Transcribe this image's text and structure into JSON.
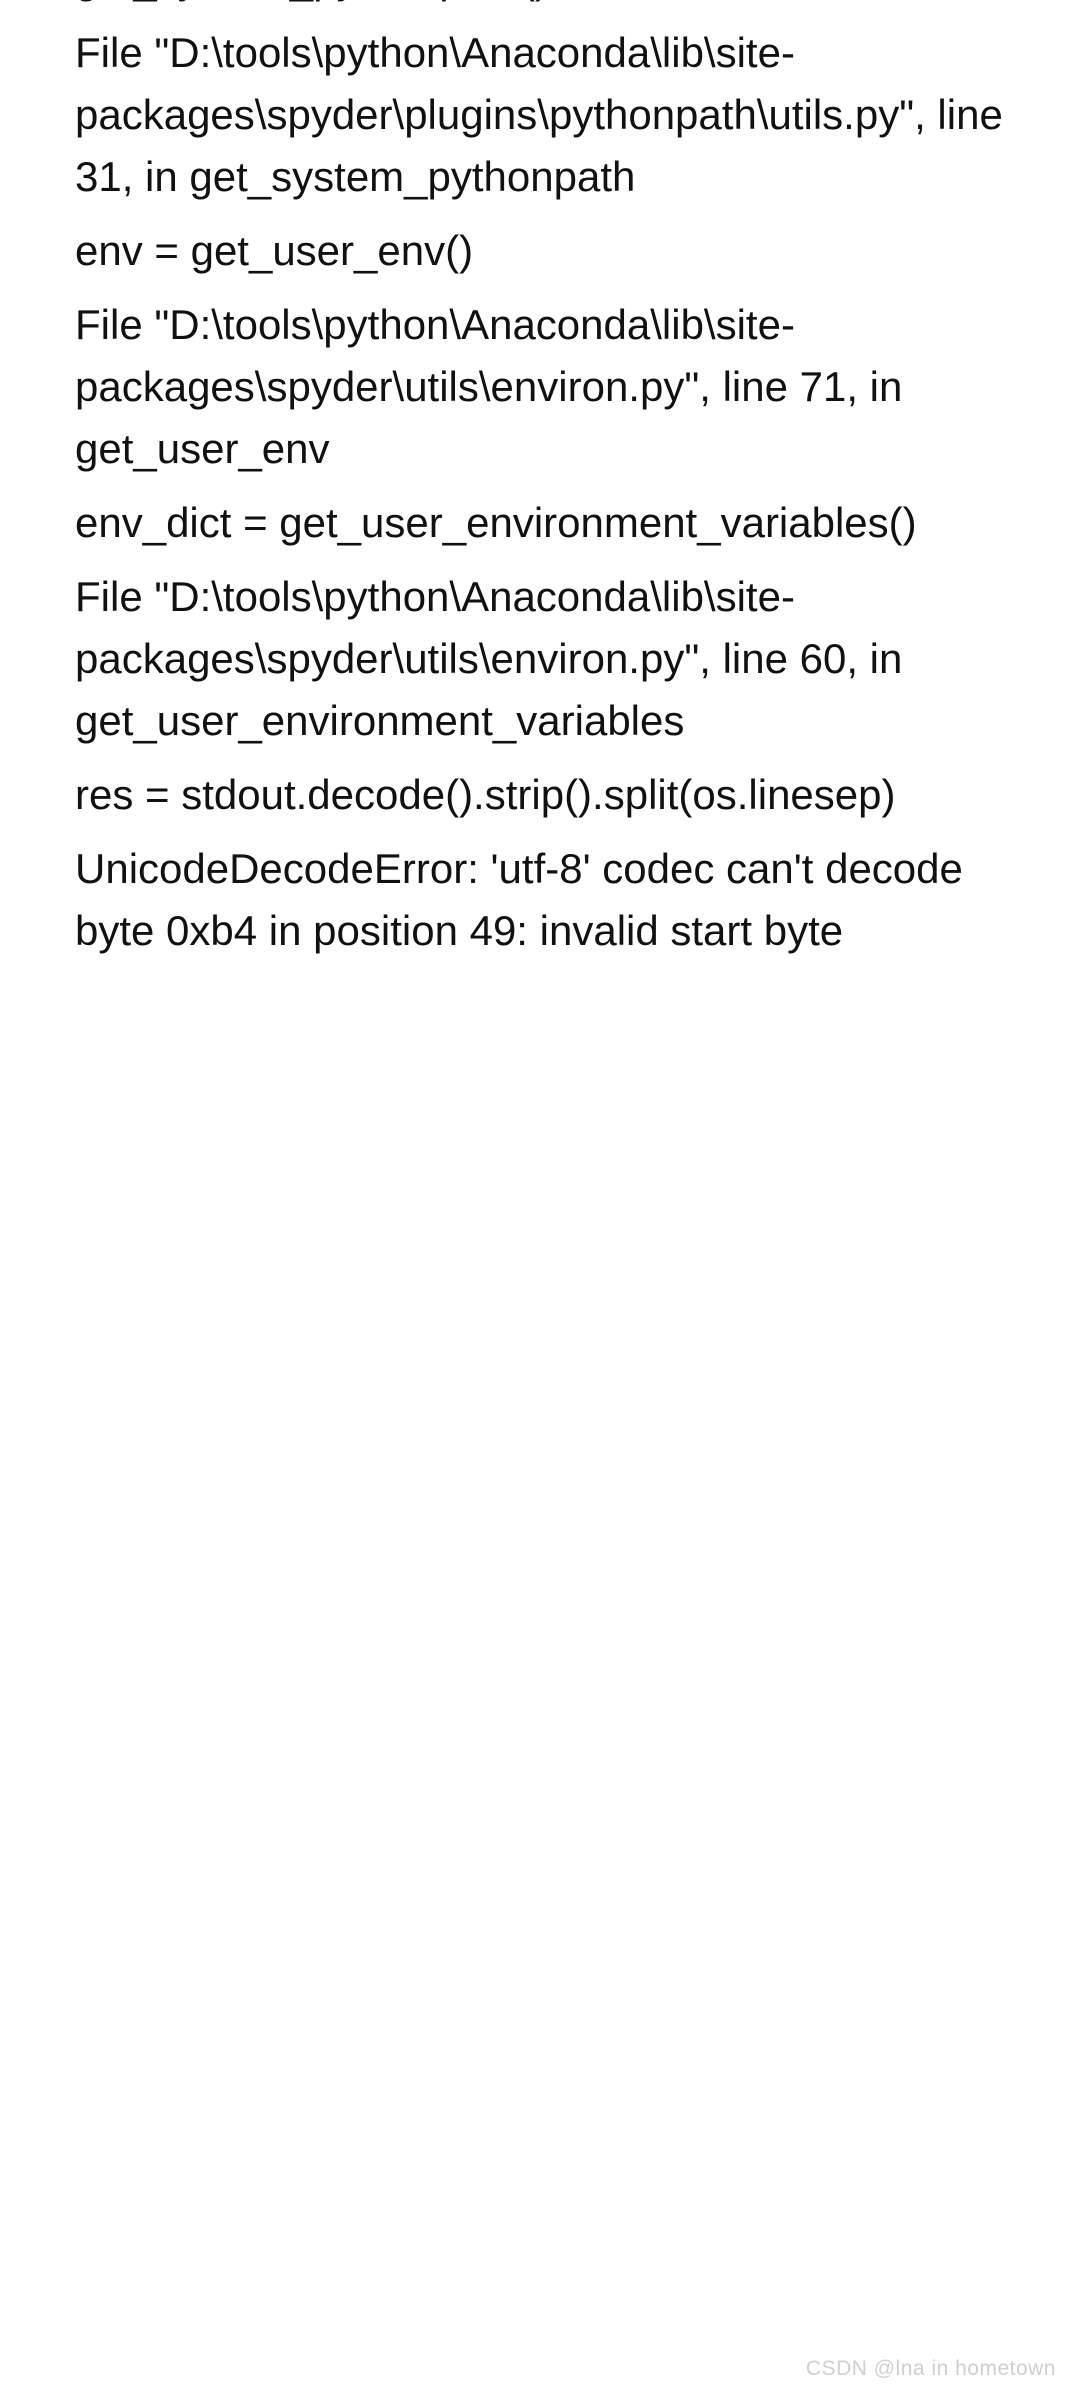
{
  "page": {
    "background_color": "#ffffff",
    "text_color": "#111111",
    "watermark_color": "#cfcfcf"
  },
  "traceback": {
    "clipped_top_line": "get_system_pythonpath()",
    "blocks": [
      {
        "id": "file-pythonpath-utils",
        "text": "File \"D:\\tools\\python\\Anaconda\\lib\\site-packages\\spyder\\plugins\\pythonpath\\utils.py\", line 31, in get_system_pythonpath"
      },
      {
        "id": "code-env-get-user-env",
        "text": "env = get_user_env()"
      },
      {
        "id": "file-utils-environ-71",
        "text": "File \"D:\\tools\\python\\Anaconda\\lib\\site-packages\\spyder\\utils\\environ.py\", line 71, in get_user_env"
      },
      {
        "id": "code-env-dict",
        "text": "env_dict = get_user_environment_variables()"
      },
      {
        "id": "file-utils-environ-60",
        "text": "File \"D:\\tools\\python\\Anaconda\\lib\\site-packages\\spyder\\utils\\environ.py\", line 60, in get_user_environment_variables"
      },
      {
        "id": "code-res-stdout",
        "text": "res = stdout.decode().strip().split(os.linesep)"
      },
      {
        "id": "error-unicodedecodeerror",
        "text": "UnicodeDecodeError: 'utf-8' codec can't decode byte 0xb4 in position 49: invalid start byte"
      }
    ]
  },
  "watermark": {
    "text": "CSDN @lna in hometown"
  }
}
